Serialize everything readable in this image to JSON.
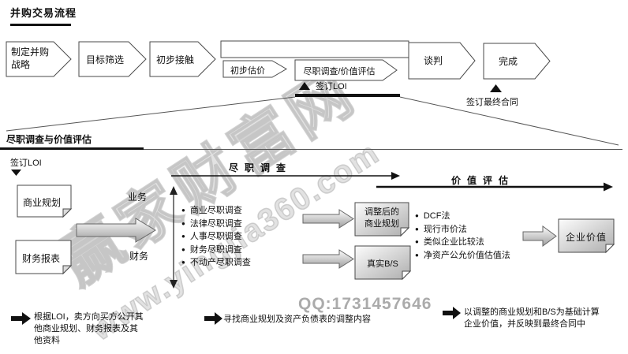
{
  "title": "并购交易流程",
  "flow": {
    "steps": [
      {
        "label": "制定并购战略"
      },
      {
        "label": "目标筛选"
      },
      {
        "label": "初步接触"
      },
      {
        "label": "谈判"
      },
      {
        "label": "完成"
      }
    ],
    "substeps": [
      {
        "label": "初步估价"
      },
      {
        "label": "尽职调查/价值评估"
      }
    ],
    "markers": {
      "loi": "签订LOI",
      "final_contract": "签订最终合同"
    }
  },
  "detail": {
    "section_title": "尽职调查与价值评估",
    "loi_marker": "签订LOI",
    "input_docs": [
      {
        "label": "商业规划"
      },
      {
        "label": "财务报表"
      }
    ],
    "axis": {
      "top": "业务",
      "bottom": "财务"
    },
    "phases": {
      "due_diligence": "尽职调查",
      "valuation": "价值评估"
    },
    "due_diligence_items": [
      "商业尽职调查",
      "法律尽职调查",
      "人事尽职调查",
      "财务尽职调查",
      "不动产尽职调查"
    ],
    "outputs": [
      {
        "label": "调整后的商业规划"
      },
      {
        "label": "真实B/S"
      }
    ],
    "valuation_methods": [
      "DCF法",
      "现行市价法",
      "类似企业比较法",
      "净资产公允价值估值法"
    ],
    "result": {
      "label": "企业价值"
    }
  },
  "notes": [
    {
      "text": "根据LOI，卖方向买方公开其他商业规划、财务报表及其他资料"
    },
    {
      "text": "寻找商业规划及资产负债表的调整内容"
    },
    {
      "text": "以调整的商业规划和B/S为基础计算企业价值，并反映到最终合同中"
    }
  ],
  "watermark": {
    "brand": "赢家财富网",
    "url": "www.yingjia360.com",
    "qq": "QQ:1731457646"
  },
  "icons": {
    "bullet": "●"
  },
  "colors": {
    "line": "#111111",
    "shape_border": "#4a4a4a",
    "gray_fill_light": "#fbfbfb",
    "gray_fill_dark": "#a8a8a8",
    "watermark_gray": "#bebebe"
  }
}
